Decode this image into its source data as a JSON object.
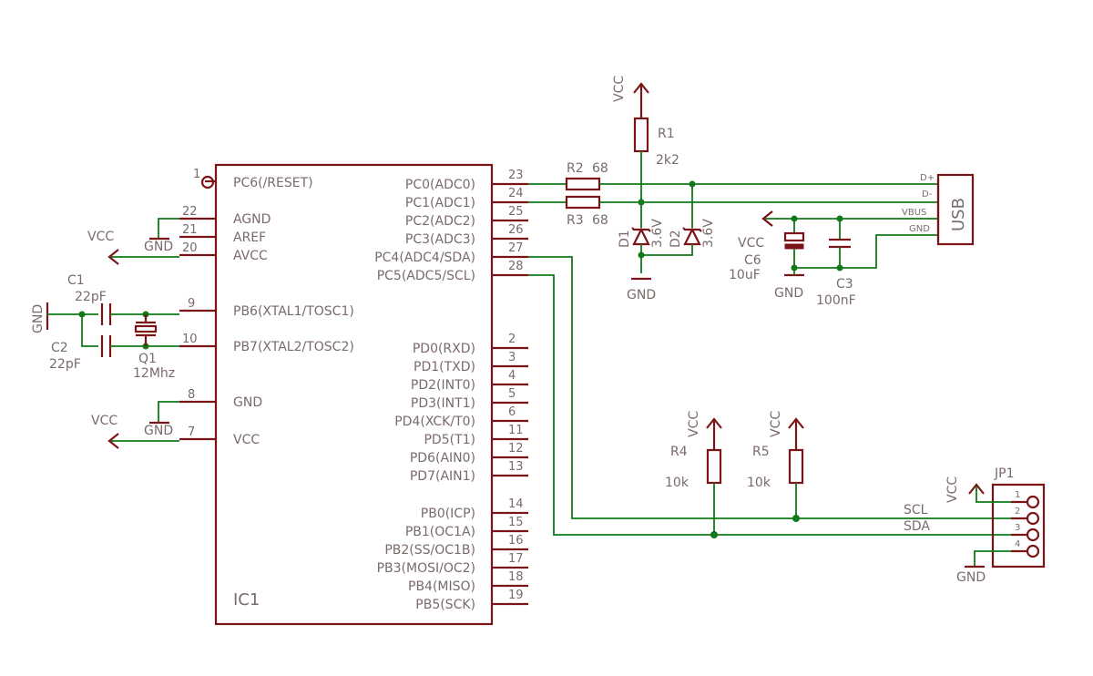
{
  "ic1": {
    "ref": "IC1",
    "left_pins": [
      {
        "num": "1",
        "name": "PC6(/RESET)"
      },
      {
        "num": "22",
        "name": "AGND"
      },
      {
        "num": "21",
        "name": "AREF"
      },
      {
        "num": "20",
        "name": "AVCC"
      },
      {
        "num": "9",
        "name": "PB6(XTAL1/TOSC1)"
      },
      {
        "num": "10",
        "name": "PB7(XTAL2/TOSC2)"
      },
      {
        "num": "8",
        "name": "GND"
      },
      {
        "num": "7",
        "name": "VCC"
      }
    ],
    "right_pins": [
      {
        "num": "23",
        "name": "PC0(ADC0)"
      },
      {
        "num": "24",
        "name": "PC1(ADC1)"
      },
      {
        "num": "25",
        "name": "PC2(ADC2)"
      },
      {
        "num": "26",
        "name": "PC3(ADC3)"
      },
      {
        "num": "27",
        "name": "PC4(ADC4/SDA)"
      },
      {
        "num": "28",
        "name": "PC5(ADC5/SCL)"
      },
      {
        "num": "2",
        "name": "PD0(RXD)"
      },
      {
        "num": "3",
        "name": "PD1(TXD)"
      },
      {
        "num": "4",
        "name": "PD2(INT0)"
      },
      {
        "num": "5",
        "name": "PD3(INT1)"
      },
      {
        "num": "6",
        "name": "PD4(XCK/T0)"
      },
      {
        "num": "11",
        "name": "PD5(T1)"
      },
      {
        "num": "12",
        "name": "PD6(AIN0)"
      },
      {
        "num": "13",
        "name": "PD7(AIN1)"
      },
      {
        "num": "14",
        "name": "PB0(ICP)"
      },
      {
        "num": "15",
        "name": "PB1(OC1A)"
      },
      {
        "num": "16",
        "name": "PB2(SS/OC1B)"
      },
      {
        "num": "17",
        "name": "PB3(MOSI/OC2)"
      },
      {
        "num": "18",
        "name": "PB4(MISO)"
      },
      {
        "num": "19",
        "name": "PB5(SCK)"
      }
    ]
  },
  "nets": {
    "vcc": "VCC",
    "gnd": "GND",
    "scl": "SCL",
    "sda": "SDA"
  },
  "components": {
    "c1": {
      "ref": "C1",
      "value": "22pF"
    },
    "c2": {
      "ref": "C2",
      "value": "22pF"
    },
    "q1": {
      "ref": "Q1",
      "value": "12Mhz"
    },
    "r1": {
      "ref": "R1",
      "value": "2k2"
    },
    "r2": {
      "ref": "R2",
      "value": "68"
    },
    "r3": {
      "ref": "R3",
      "value": "68"
    },
    "d1": {
      "ref": "D1",
      "value": "3.6V"
    },
    "d2": {
      "ref": "D2",
      "value": "3.6V"
    },
    "c6": {
      "ref": "C6",
      "value": "10uF"
    },
    "c3": {
      "ref": "C3",
      "value": "100nF"
    },
    "r4": {
      "ref": "R4",
      "value": "10k"
    },
    "r5": {
      "ref": "R5",
      "value": "10k"
    }
  },
  "usb": {
    "label": "USB",
    "pins": [
      "D+",
      "D-",
      "VBUS",
      "GND"
    ]
  },
  "jp1": {
    "ref": "JP1",
    "pins": [
      "1",
      "2",
      "3",
      "4"
    ]
  }
}
